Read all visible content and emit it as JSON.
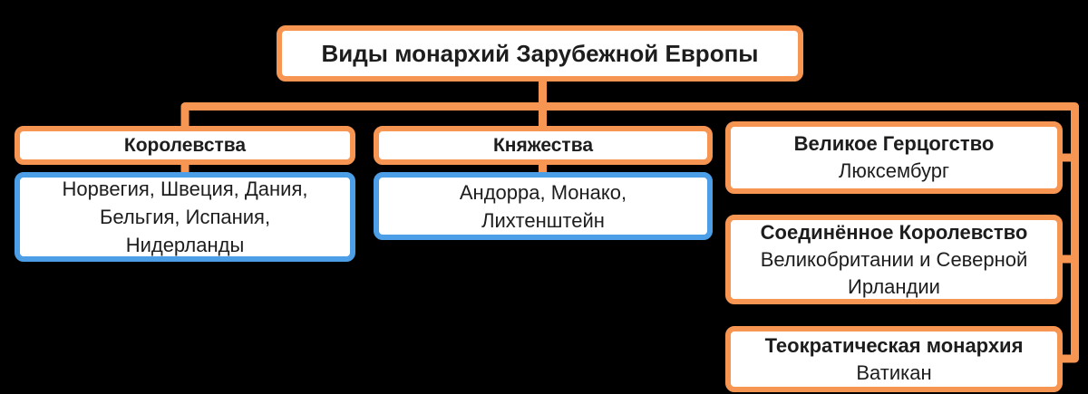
{
  "diagram": {
    "title": "Виды монархий Зарубежной Европы",
    "colors": {
      "background": "#000000",
      "connector_orange": "#F79552",
      "list_blue": "#4C9FE6",
      "box_background": "#FFFFFF",
      "text": "#1D1D1D"
    },
    "kingdoms": {
      "header": "Королевства",
      "countries": "Норвегия, Швеция, Дания, Бельгия, Испания, Нидерланды",
      "lines": [
        "Норвегия, Швеция, Дания,",
        "Бельгия, Испания,",
        "Нидерланды"
      ]
    },
    "principalities": {
      "header": "Княжества",
      "countries": "Андорра, Монако, Лихтенштейн",
      "lines": [
        "Андорра, Монако,",
        "Лихтенштейн"
      ]
    },
    "grand_duchy": {
      "title": "Великое Герцогство",
      "lines": [
        "Люксембург"
      ]
    },
    "united_kingdom": {
      "title": "Соединённое Королевство",
      "lines": [
        "Великобритании и Северной",
        "Ирландии"
      ]
    },
    "theocratic": {
      "title": "Теократическая монархия",
      "lines": [
        "Ватикан"
      ]
    }
  }
}
